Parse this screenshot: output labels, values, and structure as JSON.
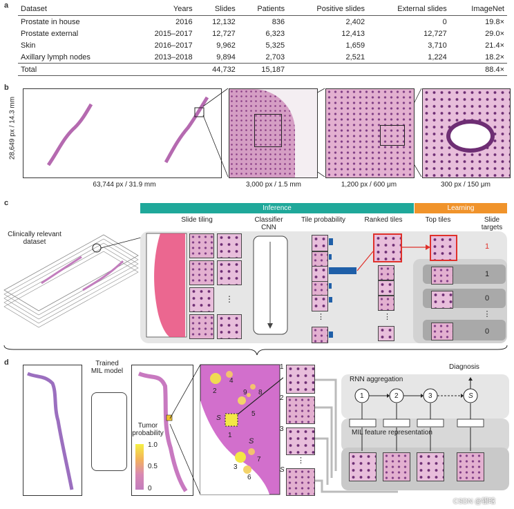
{
  "panel_labels": {
    "a": "a",
    "b": "b",
    "c": "c",
    "d": "d"
  },
  "table": {
    "headers": [
      "Dataset",
      "Years",
      "Slides",
      "Patients",
      "Positive slides",
      "External slides",
      "ImageNet"
    ],
    "rows": [
      [
        "Prostate in house",
        "2016",
        "12,132",
        "836",
        "2,402",
        "0",
        "19.8×"
      ],
      [
        "Prostate external",
        "2015–2017",
        "12,727",
        "6,323",
        "12,413",
        "12,727",
        "29.0×"
      ],
      [
        "Skin",
        "2016–2017",
        "9,962",
        "5,325",
        "1,659",
        "3,710",
        "21.4×"
      ],
      [
        "Axillary lymph nodes",
        "2013–2018",
        "9,894",
        "2,703",
        "2,521",
        "1,224",
        "18.2×"
      ]
    ],
    "total": [
      "Total",
      "",
      "44,732",
      "15,187",
      "",
      "",
      "88.4×"
    ]
  },
  "panel_b": {
    "ylabel": "28,649 px / 14.3 mm",
    "captions": [
      "63,744 px / 31.9 mm",
      "3,000 px / 1.5 mm",
      "1,200 px / 600 μm",
      "300 px / 150 μm"
    ]
  },
  "panel_c": {
    "inference_label": "Inference",
    "learning_label": "Learning",
    "dataset_label": "Clinically relevant dataset",
    "col_slide_tiling": "Slide tiling",
    "col_classifier": "Classifier CNN",
    "col_tile_prob": "Tile probability",
    "col_ranked": "Ranked tiles",
    "col_top": "Top tiles",
    "col_targets": "Slide targets",
    "ellipsis": "⋮",
    "targets": [
      "1",
      "1",
      "0",
      "⋮",
      "0"
    ],
    "colors": {
      "inference": "#1fa89a",
      "learning": "#f0932b",
      "target_red": "#e0302a",
      "prob_bar": "#1f5fa8"
    }
  },
  "panel_d": {
    "trained_model": "Trained MIL model",
    "tumor_prob_label": "Tumor probability",
    "scale_ticks": [
      "1.0",
      "0.5",
      "0"
    ],
    "map_numbers": [
      "1",
      "2",
      "3",
      "4",
      "5",
      "6",
      "7",
      "8",
      "9",
      "S",
      "S"
    ],
    "tile_ranks": [
      "1",
      "2",
      "3",
      "⋮",
      "S"
    ],
    "diagnosis": "Diagnosis",
    "rnn_label": "RNN aggregation",
    "mil_label": "MIL feature representation",
    "rnn_nodes": [
      "1",
      "2",
      "3",
      "S"
    ]
  },
  "watermark": "CSDN @银晗"
}
